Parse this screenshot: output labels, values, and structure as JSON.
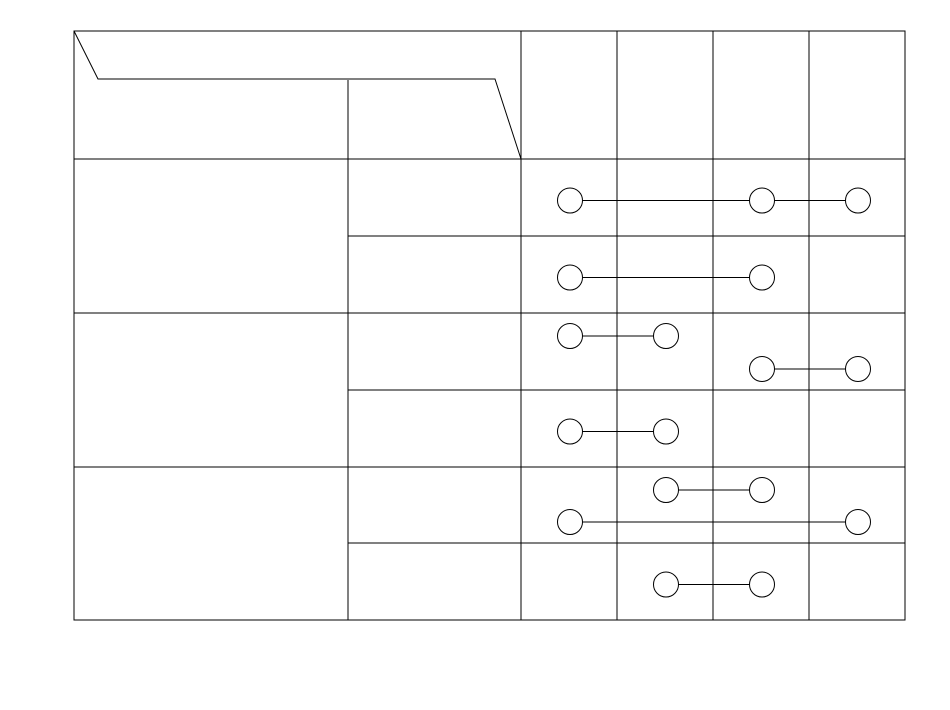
{
  "colors": {
    "background": "#ffffff",
    "line": "#000000"
  },
  "columns": [
    {
      "key": "c1",
      "label": ""
    },
    {
      "key": "c2",
      "label": ""
    },
    {
      "key": "c3",
      "label": ""
    },
    {
      "key": "c4",
      "label": ""
    }
  ],
  "groups": [
    {
      "label": "",
      "rows": [
        {
          "label": ""
        },
        {
          "label": ""
        }
      ]
    },
    {
      "label": "",
      "rows": [
        {
          "label": ""
        },
        {
          "label": ""
        }
      ]
    },
    {
      "label": "",
      "rows": [
        {
          "label": ""
        },
        {
          "label": ""
        }
      ]
    }
  ],
  "connections": [
    {
      "row": 0,
      "level": "mid",
      "cols": [
        0,
        2,
        3
      ]
    },
    {
      "row": 1,
      "level": "mid",
      "cols": [
        0,
        2
      ]
    },
    {
      "row": 2,
      "level": "upper",
      "cols": [
        0,
        1
      ]
    },
    {
      "row": 2,
      "level": "lower",
      "cols": [
        2,
        3
      ]
    },
    {
      "row": 3,
      "level": "mid",
      "cols": [
        0,
        1
      ]
    },
    {
      "row": 4,
      "level": "upper",
      "cols": [
        1,
        2
      ]
    },
    {
      "row": 4,
      "level": "lower",
      "cols": [
        0,
        3
      ]
    },
    {
      "row": 5,
      "level": "mid",
      "cols": [
        1,
        2
      ]
    }
  ]
}
